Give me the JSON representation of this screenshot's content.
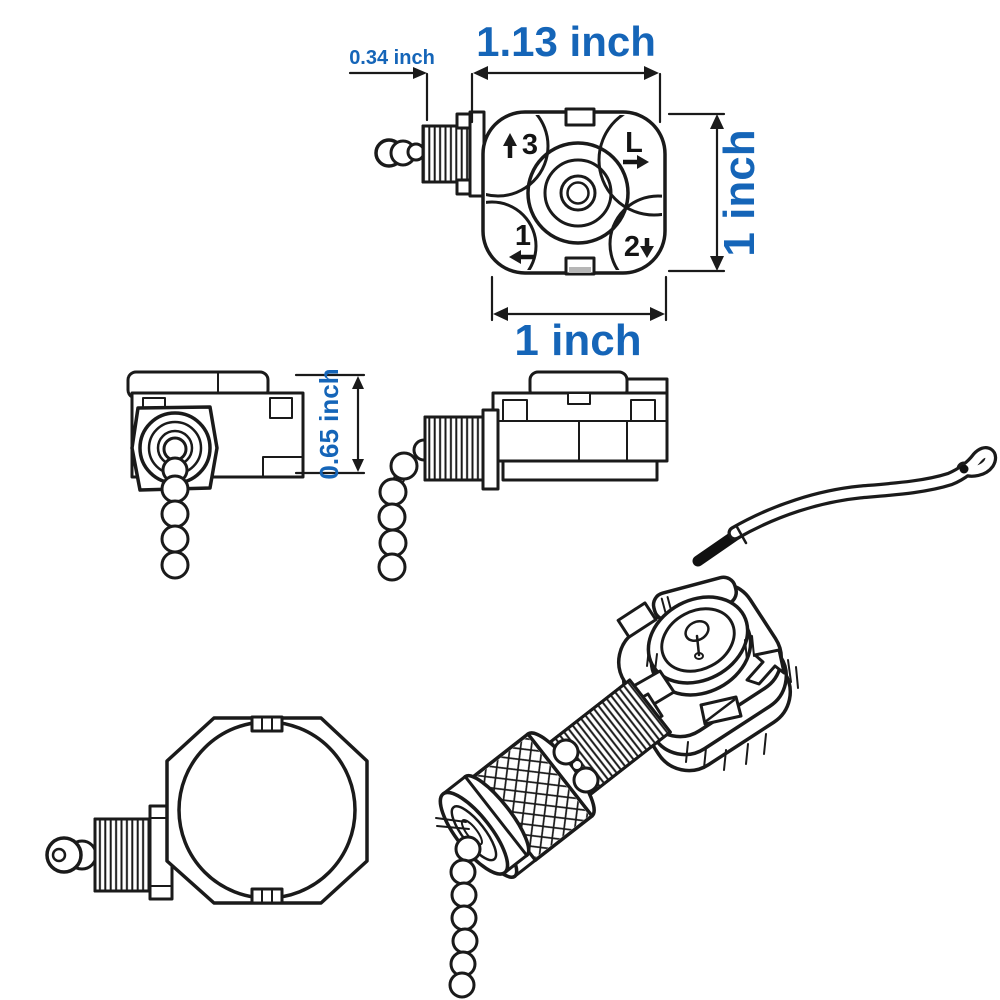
{
  "colors": {
    "dimension_text": "#1565b8",
    "line_art": "#1a1a1a",
    "background": "#ffffff"
  },
  "dimension_labels": {
    "thread_length": "0.34 inch",
    "overall_width": "1.13 inch",
    "body_height": "1 inch",
    "body_width": "1 inch",
    "body_depth": "0.65 inch"
  },
  "terminal_labels": {
    "speed_3": "3",
    "line": "L",
    "speed_1": "1",
    "speed_2": "2"
  },
  "icons": {
    "speed_3_arrow": "up-arrow",
    "line_arrow": "right-arrow",
    "speed_1_arrow": "left-arrow",
    "speed_2_arrow": "down-arrow"
  }
}
